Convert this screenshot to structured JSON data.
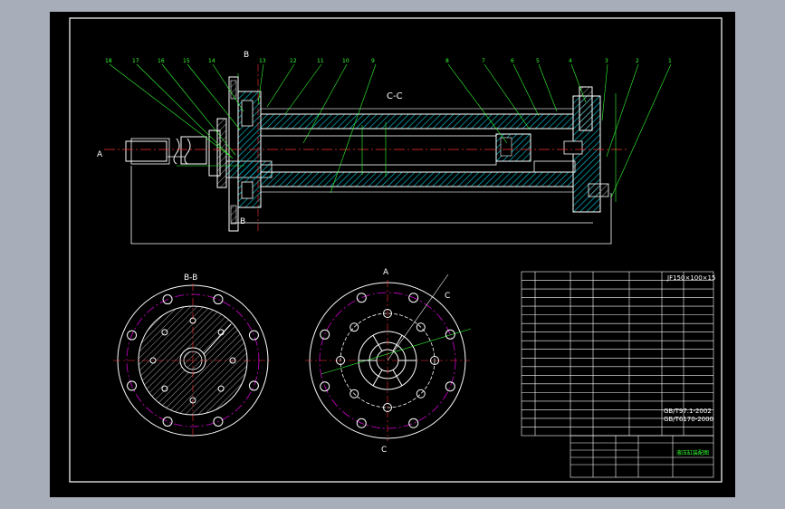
{
  "section_cc": "C-C",
  "section_bb": "B-B",
  "view_labels": {
    "a_left": "A",
    "b_top": "B",
    "b_bottom": "B",
    "a_top": "A",
    "c_right": "C",
    "c_bottom": "C"
  },
  "leaders_left": [
    "18",
    "17",
    "16",
    "15",
    "14",
    "13",
    "12",
    "11",
    "10",
    "9"
  ],
  "leaders_right": [
    "8",
    "7",
    "6",
    "5",
    "4",
    "3",
    "2",
    "1"
  ],
  "bom": {
    "title_cell": "JF150×100×15",
    "spec_1": "GB/T97.1-2002",
    "spec_2": "GB/T6170-2000"
  },
  "title_block": {
    "name": "液压缸装配图"
  },
  "colors": {
    "background": "#000000",
    "frame": "#ffffff",
    "dimension": "#33ff33",
    "hatch": "#00cfe0",
    "centerline": "#ff3030",
    "circle": "#d000d0"
  }
}
